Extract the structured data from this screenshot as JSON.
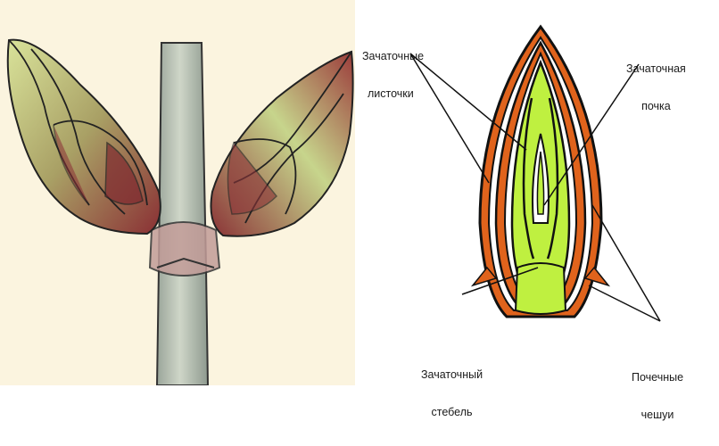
{
  "labels": {
    "embryonic_leaves": [
      "Зачаточные",
      "листочки"
    ],
    "embryonic_bud": [
      "Зачаточная",
      "почка"
    ],
    "embryonic_stem": [
      "Зачаточный",
      "стебель"
    ],
    "bud_scales": [
      "Почечные",
      "чешуи"
    ]
  },
  "colors": {
    "left_background": "#fbf4df",
    "stem": "#b9c3b0",
    "scale_red": "#9a3b3a",
    "scale_green": "#c9d98a",
    "section_orange": "#e0631c",
    "section_green": "#bff040",
    "outline": "#111111"
  }
}
